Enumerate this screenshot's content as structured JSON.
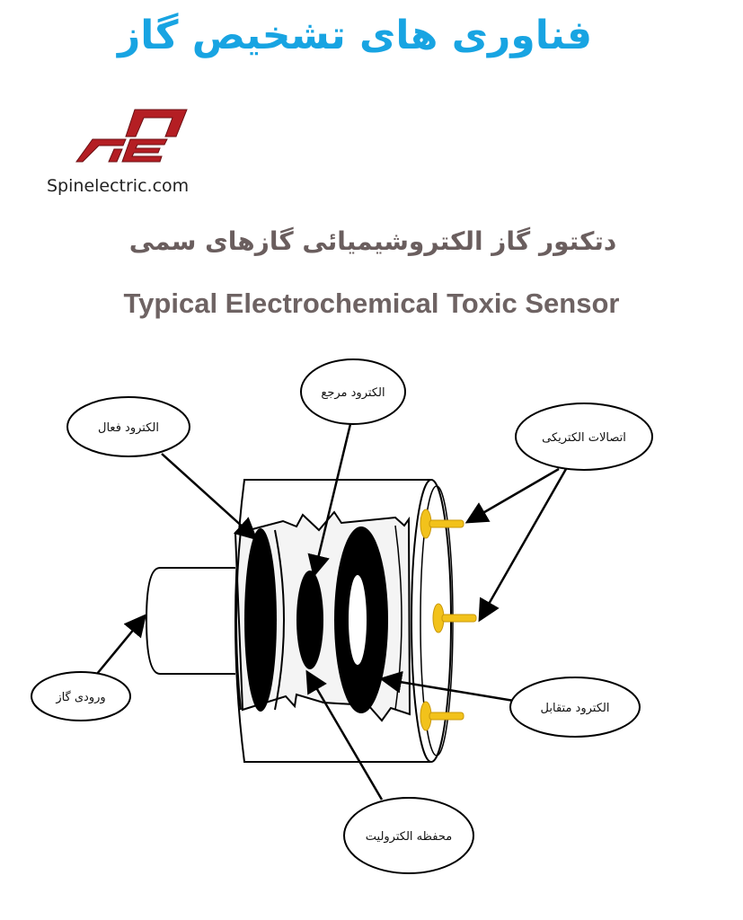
{
  "header": {
    "title": "فناوری های تشخیص گاز",
    "website": "Spinelectric.com",
    "logo_text": "SPE"
  },
  "subtitle_fa": "دتکتور گاز الکتروشیمیائی گازهای سمی",
  "subtitle_en": "Typical Electrochemical Toxic Sensor",
  "labels": {
    "working_electrode": "الکترود فعال",
    "reference_electrode": "الکترود مرجع",
    "electrical_connections": "اتصالات الکتریکی",
    "gas_inlet": "ورودی گاز",
    "counter_electrode": "الکترود متقابل",
    "electrolyte_reservoir": "محفظه الکترولیت"
  },
  "colors": {
    "title": "#18a4e2",
    "logo": "#b41e23",
    "pins": "#f2c21b",
    "text": "#6a5e5e"
  }
}
